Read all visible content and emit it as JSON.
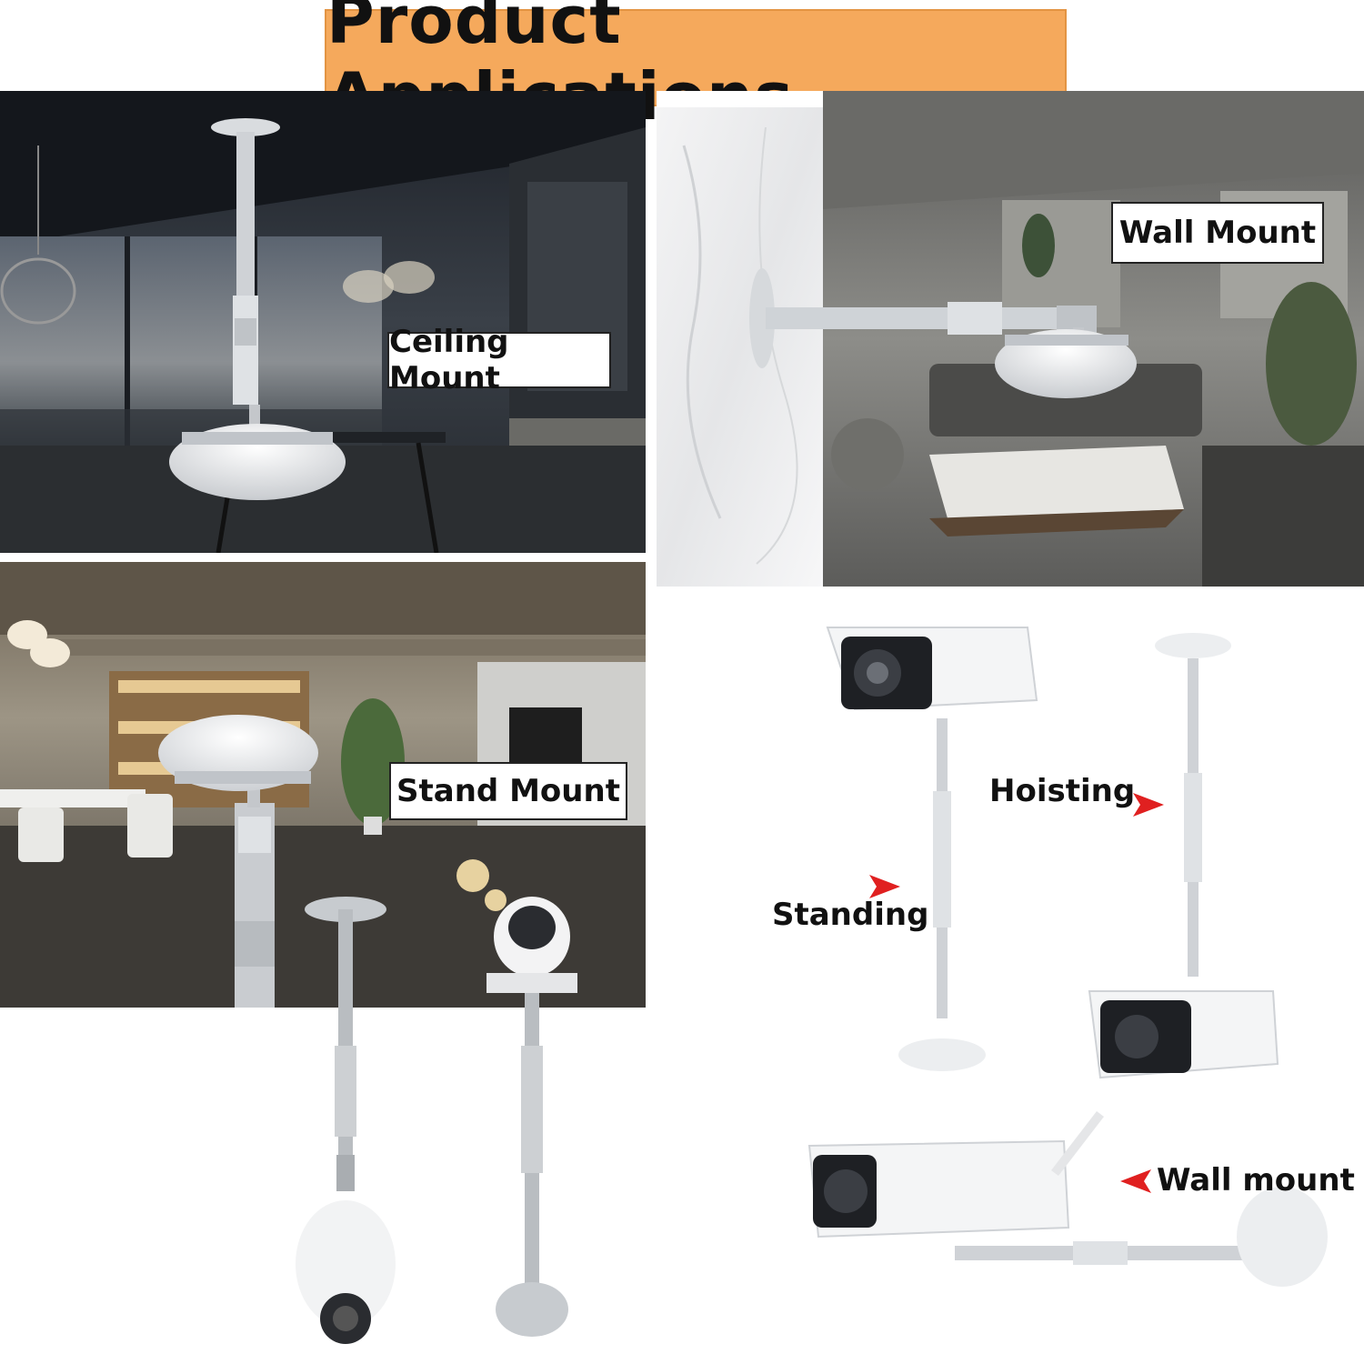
{
  "banner": {
    "title": "Product Applications",
    "color": "#f5a95c"
  },
  "scenes": {
    "ceiling": {
      "label": "Ceiling Mount"
    },
    "wall": {
      "label": "Wall Mount"
    },
    "stand": {
      "label": "Stand Mount"
    }
  },
  "diagram": {
    "hoisting": "Hoisting",
    "standing": "Standing",
    "wall_mount": "Wall mount",
    "arrow_color": "#e02020"
  },
  "icons": [
    "arrow-right-icon",
    "arrow-left-icon"
  ]
}
